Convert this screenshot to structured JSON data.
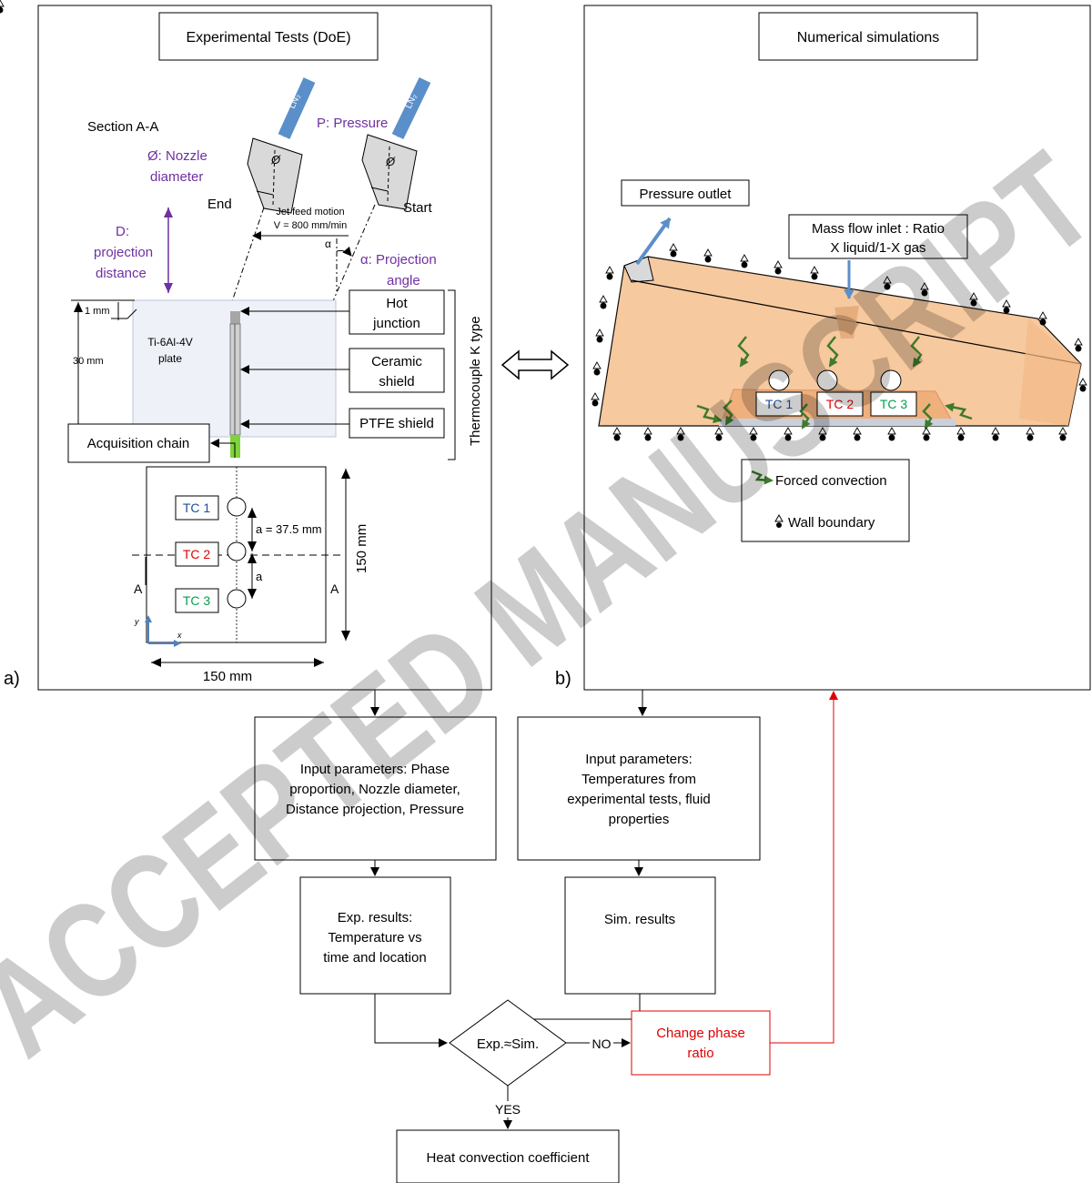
{
  "panel_a": {
    "label": "a)",
    "title": "Experimental Tests (DoE)",
    "section": "Section A-A",
    "lbl_pressure": "P: Pressure",
    "lbl_nozzle_1": "Ø: Nozzle",
    "lbl_nozzle_2": "diameter",
    "lbl_distance_1": "D:",
    "lbl_distance_2": "projection",
    "lbl_distance_3": "distance",
    "lbl_angle_1": "α: Projection",
    "lbl_angle_2": "angle",
    "alpha": "α",
    "nozzle_symbol": "Ø",
    "ln2": "LN₂",
    "end": "End",
    "start": "Start",
    "feed_1": "Jet feed motion",
    "feed_2": "V = 800 mm/min",
    "dim_1mm": "1 mm",
    "dim_30mm": "30 mm",
    "plate_1": "Ti-6Al-4V",
    "plate_2": "plate",
    "hot_1": "Hot",
    "hot_2": "junction",
    "ceramic_1": "Ceramic",
    "ceramic_2": "shield",
    "ptfe": "PTFE shield",
    "acq": "Acquisition chain",
    "thermo": "Thermocouple K type",
    "tc1": "TC 1",
    "tc2": "TC 2",
    "tc3": "TC 3",
    "a_dim": "a = 37.5 mm",
    "a_short": "a",
    "sec_A_left": "A",
    "sec_A_right": "A",
    "dim_150_v": "150 mm",
    "dim_150_h": "150 mm",
    "axis_y": "y",
    "axis_x": "x"
  },
  "panel_b": {
    "label": "b)",
    "title": "Numerical simulations",
    "pressure_outlet": "Pressure outlet",
    "mass_1": "Mass flow inlet : Ratio",
    "mass_2": "X liquid/1-X gas",
    "tc1": "TC 1",
    "tc2": "TC 2",
    "tc3": "TC 3",
    "legend_forced": "Forced convection",
    "legend_wall": "Wall boundary"
  },
  "flow": {
    "input_exp_1": "Input parameters: Phase",
    "input_exp_2": "proportion, Nozzle diameter,",
    "input_exp_3": "Distance projection, Pressure",
    "input_sim_1": "Input parameters:",
    "input_sim_2": "Temperatures from",
    "input_sim_3": "experimental tests, fluid",
    "input_sim_4": "properties",
    "exp_res_1": "Exp. results:",
    "exp_res_2": "Temperature vs",
    "exp_res_3": "time and location",
    "sim_res": "Sim. results",
    "decision": "Exp.≈Sim.",
    "no": "NO",
    "yes": "YES",
    "change_1": "Change phase",
    "change_2": "ratio",
    "final": "Heat convection coefficient"
  },
  "watermark": "ACCEPTED MANUSCRIPT",
  "colors": {
    "purple": "#7030a0",
    "tc_blue": "#1f4e9a",
    "tc_red": "#e00000",
    "tc_green": "#00a050",
    "red_flow": "#e00000",
    "jet_blue": "#5b8fc9",
    "domain_orange": "#f6c79a",
    "arrow_green": "#3f7a2a"
  }
}
